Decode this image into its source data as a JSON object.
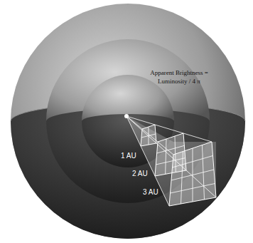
{
  "diagram": {
    "labels": [
      "Apparent Brightness = Luminosity / 4 π",
      "1 AU",
      "2 AU",
      "3 AU"
    ]
  }
}
